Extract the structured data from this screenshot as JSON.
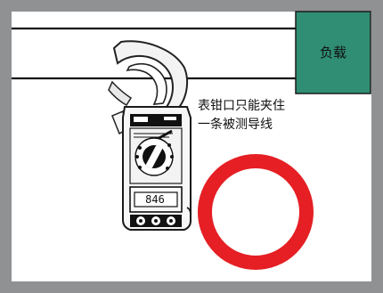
{
  "diagram": {
    "load_label": "负载",
    "caption_line_1": "表钳口只能夹住",
    "caption_line_2": "一条被测导线",
    "meter_reading": "846",
    "colors": {
      "frame": "#8f9193",
      "load_box": "#2f8e73",
      "conductor": "#111111",
      "ring": "#e51f24",
      "meter_body": "#1a1a1a",
      "meter_panel": "#f7f7f7"
    }
  }
}
